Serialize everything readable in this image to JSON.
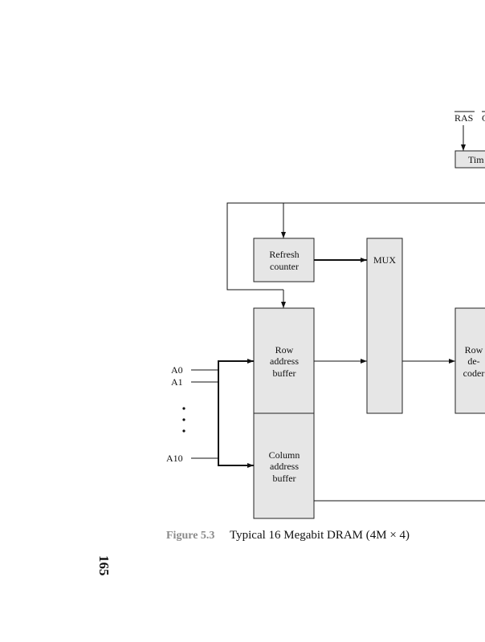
{
  "diagram": {
    "signals": {
      "ras": "RAS",
      "cas_partial": "C"
    },
    "timing_box": "Tim",
    "refresh_counter": [
      "Refresh",
      "counter"
    ],
    "mux": "MUX",
    "row_address_buffer": [
      "Row",
      "address",
      "buffer"
    ],
    "column_address_buffer": [
      "Column",
      "address",
      "buffer"
    ],
    "row_decoder": [
      "Row",
      "de-",
      "coder"
    ],
    "address_inputs": [
      "A0",
      "A1",
      "A10"
    ],
    "ellipsis": "• • •"
  },
  "caption": {
    "number": "Figure 5.3",
    "text": "Typical 16 Megabit DRAM (4M × 4)"
  },
  "page_number": "165"
}
